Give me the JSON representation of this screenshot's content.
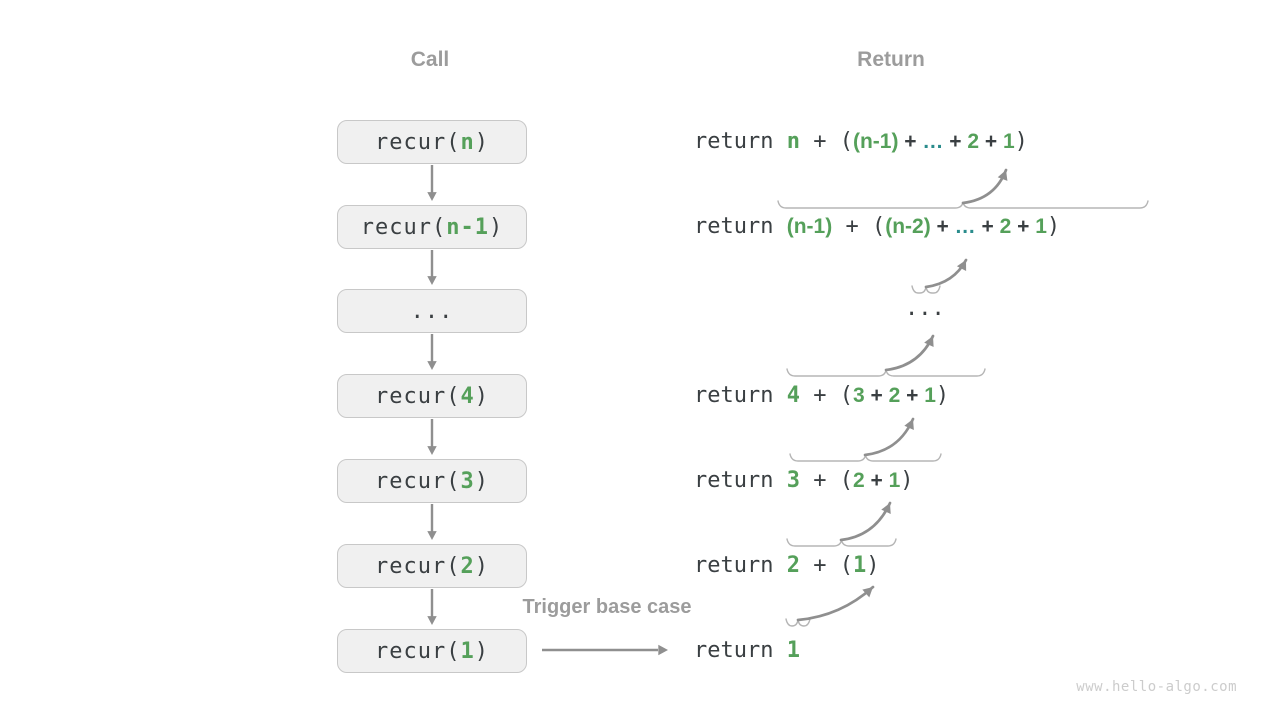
{
  "headers": {
    "call": "Call",
    "return": "Return"
  },
  "labels": {
    "trigger": "Trigger base case",
    "watermark": "www.hello-algo.com"
  },
  "colors": {
    "green": "#55a05a",
    "teal": "#2a8c8c",
    "code": "#3a3f42",
    "gray": "#9c9c9c",
    "arrow": "#8f8f8f",
    "brace": "#b5b5b5",
    "boxfill": "#f0f0f0",
    "boxborder": "#c8c8c8",
    "watermark": "#cccccc"
  },
  "call_stack": [
    {
      "segments": [
        {
          "t": "recur(",
          "s": "kw"
        },
        {
          "t": "n",
          "s": "g"
        },
        {
          "t": ")",
          "s": "kw"
        }
      ]
    },
    {
      "segments": [
        {
          "t": "recur(",
          "s": "kw"
        },
        {
          "t": "n-1",
          "s": "g"
        },
        {
          "t": ")",
          "s": "kw"
        }
      ]
    },
    {
      "segments": [
        {
          "t": "...",
          "s": "kw"
        }
      ]
    },
    {
      "segments": [
        {
          "t": "recur(",
          "s": "kw"
        },
        {
          "t": "4",
          "s": "g"
        },
        {
          "t": ")",
          "s": "kw"
        }
      ]
    },
    {
      "segments": [
        {
          "t": "recur(",
          "s": "kw"
        },
        {
          "t": "3",
          "s": "g"
        },
        {
          "t": ")",
          "s": "kw"
        }
      ]
    },
    {
      "segments": [
        {
          "t": "recur(",
          "s": "kw"
        },
        {
          "t": "2",
          "s": "g"
        },
        {
          "t": ")",
          "s": "kw"
        }
      ]
    },
    {
      "segments": [
        {
          "t": "recur(",
          "s": "kw"
        },
        {
          "t": "1",
          "s": "g"
        },
        {
          "t": ")",
          "s": "kw"
        }
      ]
    }
  ],
  "returns": [
    {
      "segments": [
        {
          "t": "return ",
          "s": "kw"
        },
        {
          "t": "n",
          "s": "g"
        },
        {
          "t": " + (",
          "s": "kw"
        },
        {
          "t": "(n-1)",
          "s": "sg"
        },
        {
          "t": " + ",
          "s": "s"
        },
        {
          "t": "…",
          "s": "t"
        },
        {
          "t": " + ",
          "s": "s"
        },
        {
          "t": "2",
          "s": "sg"
        },
        {
          "t": " + ",
          "s": "s"
        },
        {
          "t": "1",
          "s": "sg"
        },
        {
          "t": ")",
          "s": "kw"
        }
      ]
    },
    {
      "segments": [
        {
          "t": "return ",
          "s": "kw"
        },
        {
          "t": "(n-1)",
          "s": "sg"
        },
        {
          "t": " + (",
          "s": "kw"
        },
        {
          "t": "(n-2)",
          "s": "sg"
        },
        {
          "t": " + ",
          "s": "s"
        },
        {
          "t": "…",
          "s": "t"
        },
        {
          "t": " + ",
          "s": "s"
        },
        {
          "t": "2",
          "s": "sg"
        },
        {
          "t": " + ",
          "s": "s"
        },
        {
          "t": "1",
          "s": "sg"
        },
        {
          "t": ")",
          "s": "kw"
        }
      ]
    },
    {
      "segments": [
        {
          "t": "...",
          "s": "kw"
        }
      ]
    },
    {
      "segments": [
        {
          "t": "return ",
          "s": "kw"
        },
        {
          "t": "4",
          "s": "g"
        },
        {
          "t": " + (",
          "s": "kw"
        },
        {
          "t": "3",
          "s": "sg"
        },
        {
          "t": " + ",
          "s": "s"
        },
        {
          "t": "2",
          "s": "sg"
        },
        {
          "t": " + ",
          "s": "s"
        },
        {
          "t": "1",
          "s": "sg"
        },
        {
          "t": ")",
          "s": "kw"
        }
      ]
    },
    {
      "segments": [
        {
          "t": "return ",
          "s": "kw"
        },
        {
          "t": "3",
          "s": "g"
        },
        {
          "t": " + (",
          "s": "kw"
        },
        {
          "t": "2",
          "s": "sg"
        },
        {
          "t": " + ",
          "s": "s"
        },
        {
          "t": "1",
          "s": "sg"
        },
        {
          "t": ")",
          "s": "kw"
        }
      ]
    },
    {
      "segments": [
        {
          "t": "return ",
          "s": "kw"
        },
        {
          "t": "2",
          "s": "g"
        },
        {
          "t": " + (",
          "s": "kw"
        },
        {
          "t": "1",
          "s": "g"
        },
        {
          "t": ")",
          "s": "kw"
        }
      ]
    },
    {
      "segments": [
        {
          "t": "return ",
          "s": "kw"
        },
        {
          "t": "1",
          "s": "g"
        }
      ]
    }
  ]
}
